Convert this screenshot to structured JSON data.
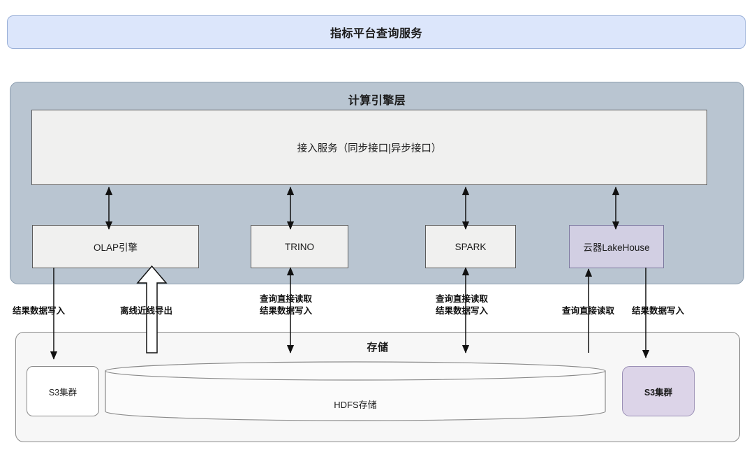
{
  "banner": {
    "title": "指标平台查询服务"
  },
  "compute_layer": {
    "title": "计算引擎层",
    "access_service": "接入服务（同步接口|异步接口）",
    "engines": [
      {
        "id": "olap",
        "label": "OLAP引擎"
      },
      {
        "id": "trino",
        "label": "TRINO"
      },
      {
        "id": "spark",
        "label": "SPARK"
      },
      {
        "id": "lakehouse",
        "label": "云器LakeHouse"
      }
    ]
  },
  "storage_layer": {
    "title": "存储",
    "s3_left": "S3集群",
    "hdfs": "HDFS存储",
    "s3_right": "S3集群"
  },
  "edges": {
    "olap_to_s3": "结果数据写入",
    "offline_export": "离线近线导出",
    "trino_hdfs_line1": "查询直接读取",
    "trino_hdfs_line2": "结果数据写入",
    "spark_hdfs_line1": "查询直接读取",
    "spark_hdfs_line2": "结果数据写入",
    "lakehouse_read": "查询直接读取",
    "lakehouse_write": "结果数据写入"
  },
  "colors": {
    "banner_fill": "#dce6fb",
    "banner_stroke": "#9ab0d8",
    "compute_fill": "#b9c5d1",
    "compute_stroke": "#8e9fb0",
    "box_fill": "#f0f0ef",
    "box_stroke": "#5b5b5b",
    "lakehouse_fill": "#d2cfe3",
    "lakehouse_stroke": "#7d7aa0",
    "storage_fill": "#f7f7f7",
    "storage_stroke": "#8a8a8a",
    "s3_purple_fill": "#dcd4e8",
    "s3_purple_stroke": "#9a8fb5",
    "arrow": "#111111"
  }
}
